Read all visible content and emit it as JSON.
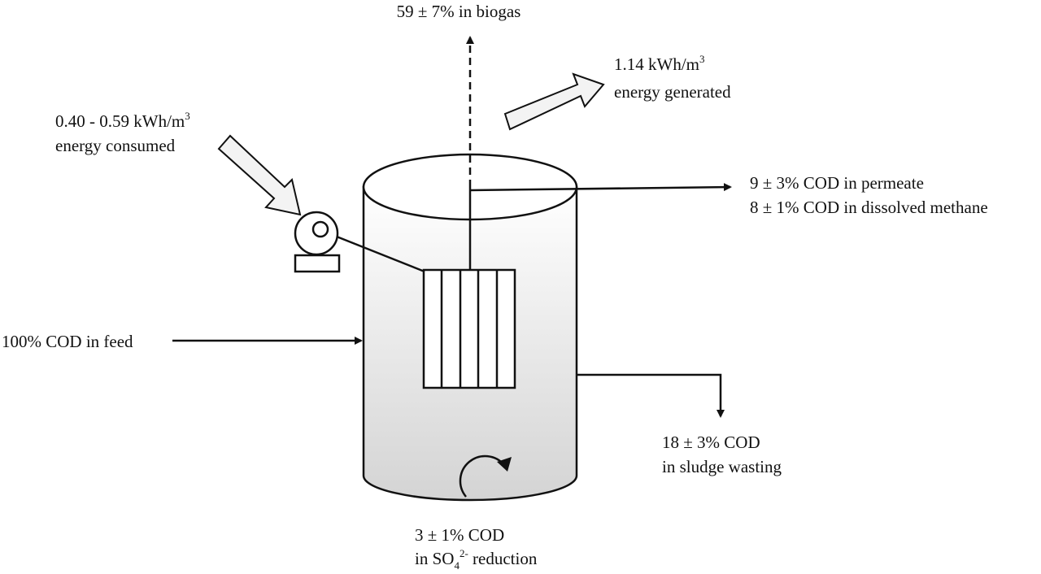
{
  "labels": {
    "biogas": "59 ± 7% in biogas",
    "energy_generated_value": "1.14 kWh/m",
    "energy_generated_sup": "3",
    "energy_generated_text": "energy generated",
    "energy_consumed_value": "0.40 - 0.59 kWh/m",
    "energy_consumed_sup": "3",
    "energy_consumed_text": "energy consumed",
    "permeate": "9 ± 3% COD in permeate",
    "dissolved_methane": "8 ± 1% COD in dissolved methane",
    "feed": "100% COD in feed",
    "sludge_value": "18 ± 3% COD",
    "sludge_text": "in sludge wasting",
    "sulfate_value": "3 ± 1% COD",
    "sulfate_prefix": "in SO",
    "sulfate_sub": "4",
    "sulfate_sup": "2-",
    "sulfate_suffix": " reduction"
  },
  "colors": {
    "line": "#111111",
    "tank_fill_top": "#ffffff",
    "tank_fill_bottom": "#d4d4d4",
    "arrow_fill": "#f3f3f3"
  }
}
